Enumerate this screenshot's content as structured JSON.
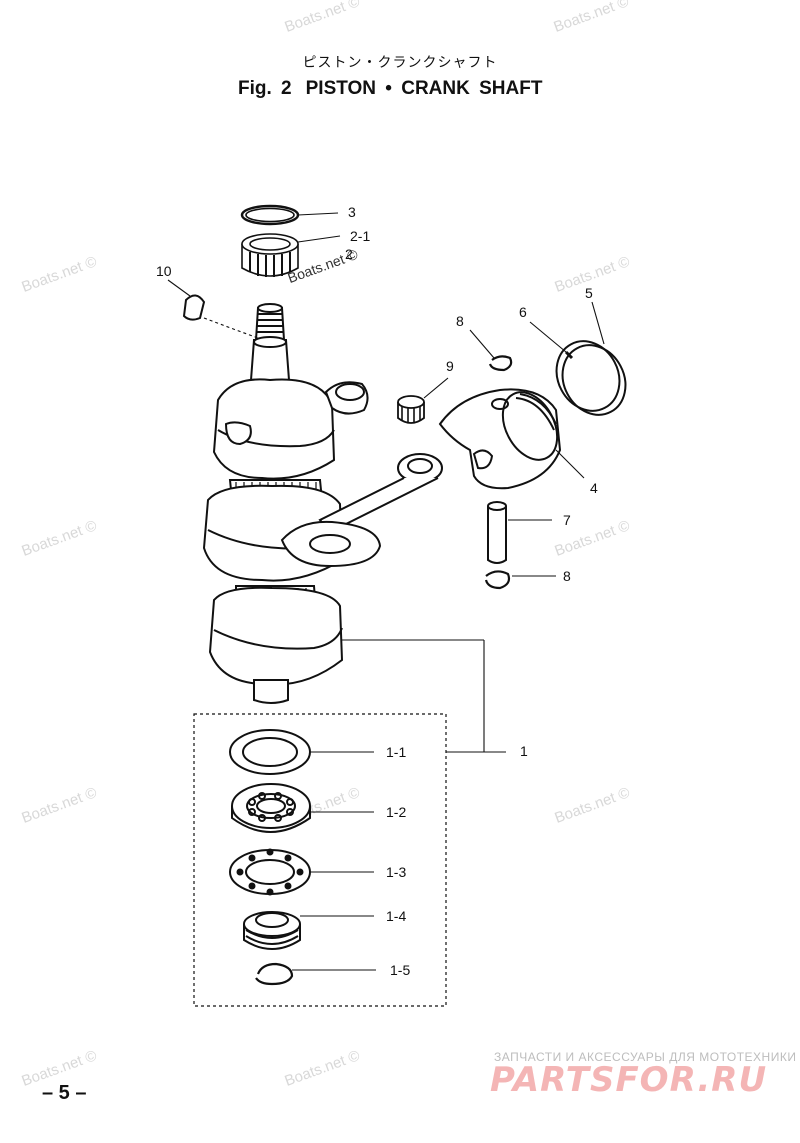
{
  "header": {
    "jp_title": "ピストン・クランクシャフト",
    "fig_label": "Fig. 2",
    "fig_title": "PISTON • CRANK SHAFT"
  },
  "callouts": {
    "c3": "3",
    "c2_1": "2-1",
    "c2": "2",
    "c10": "10",
    "c8_top": "8",
    "c6": "6",
    "c5": "5",
    "c9": "9",
    "c4": "4",
    "c7": "7",
    "c8_bottom": "8",
    "c1": "1",
    "c1_1": "1-1",
    "c1_2": "1-2",
    "c1_3": "1-3",
    "c1_4": "1-4",
    "c1_5": "1-5"
  },
  "watermark": "Boats.net ©",
  "footer": {
    "page_number": "– 5 –",
    "brand_tagline": "ЗАПЧАСТИ И АКСЕССУАРЫ ДЛЯ МОТОТЕХНИКИ",
    "brand_logo": "PARTSFOR.RU"
  }
}
